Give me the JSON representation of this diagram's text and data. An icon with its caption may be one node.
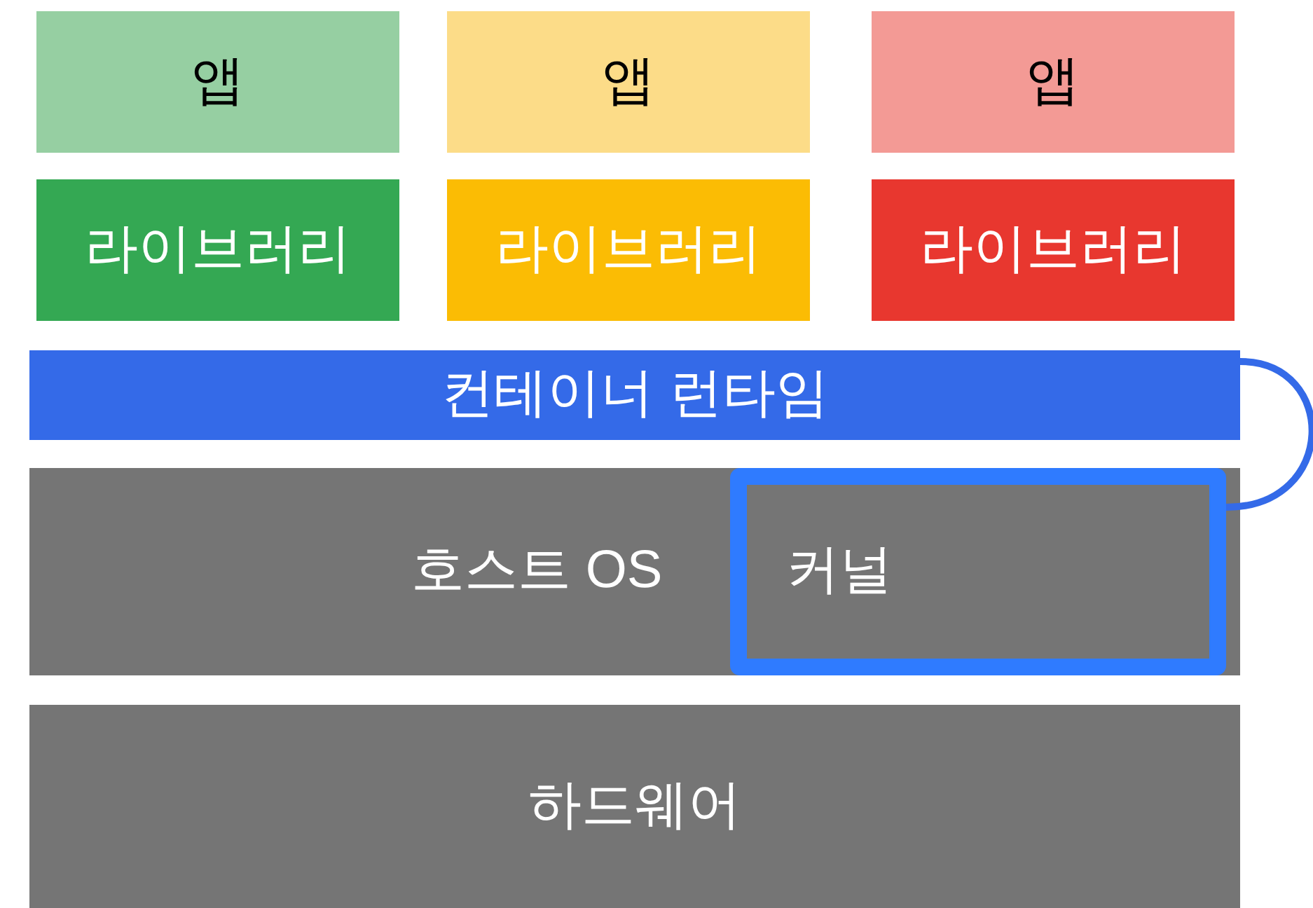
{
  "diagram": {
    "nodes": [
      {
        "text": [
          "앱"
        ]
      },
      {
        "text": [
          "앱"
        ]
      },
      {
        "text": [
          "앱"
        ]
      },
      {
        "text": [
          "라이브러리"
        ]
      },
      {
        "text": [
          "라이브러리"
        ]
      },
      {
        "text": [
          "라이브러리"
        ]
      },
      {
        "text": [
          "컨테이너 런타임"
        ]
      },
      {
        "text": [
          "호스트 OS"
        ]
      },
      {
        "text": [
          "커널"
        ],
        "in": 7
      },
      {
        "text": [
          "하드웨어"
        ]
      }
    ],
    "edges": [
      {
        "from": 6,
        "to": 8,
        "arrow": "none"
      }
    ]
  }
}
